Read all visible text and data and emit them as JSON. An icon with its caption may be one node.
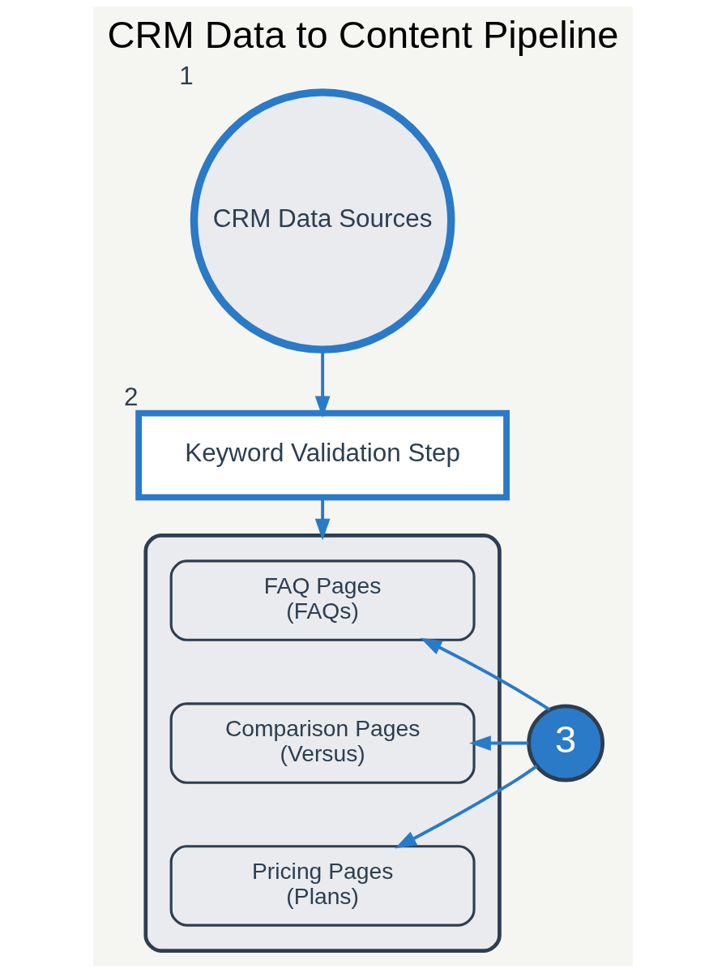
{
  "diagram": {
    "title": "CRM Data to Content Pipeline",
    "nodes": [
      {
        "text": [
          "CRM Data Sources"
        ],
        "beside": [
          "1"
        ]
      },
      {
        "text": [
          "Keyword Validation Step"
        ],
        "beside": [
          "2"
        ]
      },
      {
        "text": [],
        "shape": "box"
      },
      {
        "text": [
          "FAQ Pages",
          "(FAQs)"
        ],
        "in": 2
      },
      {
        "text": [
          "Comparison Pages",
          "(Versus)"
        ],
        "in": 2
      },
      {
        "text": [
          "Pricing Pages",
          "(Plans)"
        ],
        "in": 2
      },
      {
        "text": [
          "3"
        ]
      }
    ],
    "edges": [
      {
        "from": 0,
        "to": 1,
        "arrow": "to"
      },
      {
        "from": 1,
        "to": 2,
        "arrow": "to"
      },
      {
        "from": 6,
        "to": 3,
        "arrow": "to"
      },
      {
        "from": 6,
        "to": 4,
        "arrow": "to"
      },
      {
        "from": 6,
        "to": 5,
        "arrow": "to"
      }
    ]
  }
}
